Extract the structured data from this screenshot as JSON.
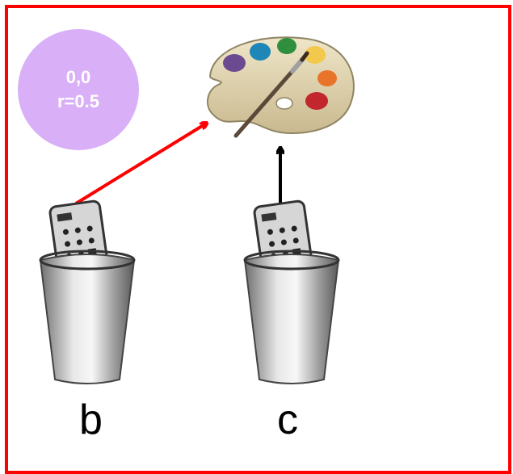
{
  "frame_color": "#ff0000",
  "circle": {
    "fill": "#d9b0f7",
    "coords_text": "0,0",
    "radius_text": "r=0.5"
  },
  "labels": {
    "b": "b",
    "c": "c"
  },
  "arrows": {
    "b_to_palette": {
      "color": "#ff0000"
    },
    "c_to_palette": {
      "color": "#000000"
    }
  },
  "icons": {
    "palette": "palette-icon",
    "remote_cup_b": "remote-in-cup-icon",
    "remote_cup_c": "remote-in-cup-icon"
  },
  "palette_paint_colors": [
    "#6b4a8f",
    "#1f86b8",
    "#2f8f3f",
    "#f2c94c",
    "#e8742a",
    "#c1272d"
  ]
}
